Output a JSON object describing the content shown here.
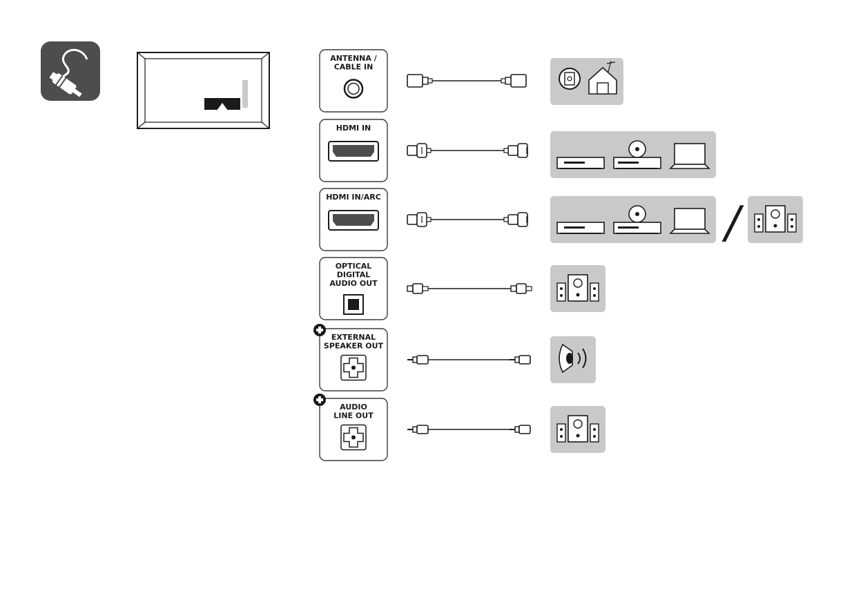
{
  "header": {
    "icon": "cable-connection-icon",
    "tv_back_icon": "tv-rear-panel-icon"
  },
  "connections": [
    {
      "port_lines": [
        "ANTENNA /",
        "CABLE IN"
      ],
      "port_icon": "coaxial-port-icon",
      "cable": "coaxial-cable",
      "optional": false,
      "devices": [
        "wall-antenna-outlet-icon",
        "house-antenna-icon"
      ],
      "alt_devices": []
    },
    {
      "port_lines": [
        "HDMI IN"
      ],
      "port_icon": "hdmi-port-icon",
      "cable": "hdmi-cable",
      "optional": false,
      "devices": [
        "set-top-box-icon",
        "dvd-player-icon",
        "laptop-icon"
      ],
      "alt_devices": []
    },
    {
      "port_lines": [
        "HDMI IN/ARC"
      ],
      "port_icon": "hdmi-port-icon",
      "cable": "hdmi-cable",
      "optional": false,
      "devices": [
        "set-top-box-icon",
        "dvd-player-icon",
        "laptop-icon"
      ],
      "separator": "/",
      "alt_devices": [
        "speaker-system-icon"
      ]
    },
    {
      "port_lines": [
        "OPTICAL",
        "DIGITAL",
        "AUDIO OUT"
      ],
      "port_icon": "optical-port-icon",
      "cable": "optical-cable",
      "optional": false,
      "devices": [
        "speaker-system-icon"
      ],
      "alt_devices": []
    },
    {
      "port_lines": [
        "EXTERNAL",
        "SPEAKER OUT"
      ],
      "port_icon": "audio-jack-port-icon",
      "cable": "audio-jack-cable",
      "optional": true,
      "devices": [
        "speaker-icon"
      ],
      "alt_devices": []
    },
    {
      "port_lines": [
        "AUDIO",
        "LINE OUT"
      ],
      "port_icon": "audio-jack-port-icon",
      "cable": "audio-jack-cable",
      "optional": true,
      "devices": [
        "speaker-system-icon"
      ],
      "alt_devices": []
    }
  ],
  "colors": {
    "icon_dark": "#4d4d4f",
    "device_bg": "#c9c9ca",
    "line": "#1a1a1a",
    "port_border": "#3a3a3a"
  }
}
